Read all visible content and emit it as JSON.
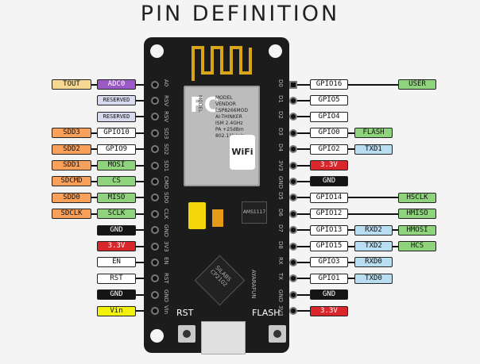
{
  "title": "PIN DEFINITION",
  "buttons": {
    "rst": "RST",
    "flash": "FLASH"
  },
  "module_text": {
    "fc": "FC",
    "wifi": "WiFi",
    "model": "MODEL",
    "vendor": "VENDOR",
    "model_value": "ESP8266MOD",
    "vendor_value": "AI-THINKER",
    "ism": "ISM 2.4GHz",
    "pa": "PA +25dBm",
    "std": "802.11b/g/n"
  },
  "chips": {
    "cp": "SILABS CP2102",
    "reg": "AMS1117",
    "side": "AYARAFUN"
  },
  "board_left": [
    "A0",
    "RSV",
    "RSV",
    "SD3",
    "SD2",
    "SD1",
    "CMD",
    "SD0",
    "CLK",
    "GND",
    "3V3",
    "EN",
    "RST",
    "GND",
    "Vin"
  ],
  "board_right": [
    "D0",
    "D1",
    "D2",
    "D3",
    "D4",
    "3V3",
    "GND",
    "D5",
    "D6",
    "D7",
    "D8",
    "RX",
    "TX",
    "GND",
    "3V3"
  ],
  "left_rows": [
    {
      "outer": {
        "text": "TOUT",
        "color": "tan"
      },
      "inner": {
        "text": "ADC0",
        "color": "purple"
      }
    },
    {
      "outer": null,
      "inner": {
        "text": "RESERVED",
        "color": "lav",
        "small": true
      }
    },
    {
      "outer": null,
      "inner": {
        "text": "RESERVED",
        "color": "lav",
        "small": true
      }
    },
    {
      "outer": {
        "text": "SDD3",
        "color": "orange"
      },
      "inner": {
        "text": "GPIO10",
        "color": "white"
      }
    },
    {
      "outer": {
        "text": "SDD2",
        "color": "orange"
      },
      "inner": {
        "text": "GPIO9",
        "color": "white"
      }
    },
    {
      "outer": {
        "text": "SDD1",
        "color": "orange"
      },
      "inner": {
        "text": "MOSI",
        "color": "green"
      }
    },
    {
      "outer": {
        "text": "SDCMD",
        "color": "orange"
      },
      "inner": {
        "text": "CS",
        "color": "green"
      }
    },
    {
      "outer": {
        "text": "SDD0",
        "color": "orange"
      },
      "inner": {
        "text": "MISO",
        "color": "green"
      }
    },
    {
      "outer": {
        "text": "SDCLK",
        "color": "orange"
      },
      "inner": {
        "text": "SCLK",
        "color": "green"
      }
    },
    {
      "outer": null,
      "inner": {
        "text": "GND",
        "color": "black"
      }
    },
    {
      "outer": null,
      "inner": {
        "text": "3.3V",
        "color": "red"
      }
    },
    {
      "outer": null,
      "inner": {
        "text": "EN",
        "color": "white"
      }
    },
    {
      "outer": null,
      "inner": {
        "text": "RST",
        "color": "white"
      }
    },
    {
      "outer": null,
      "inner": {
        "text": "GND",
        "color": "black"
      }
    },
    {
      "outer": null,
      "inner": {
        "text": "Vin",
        "color": "yellow"
      }
    }
  ],
  "right_rows": [
    {
      "inner": {
        "text": "GPIO16",
        "color": "white"
      },
      "mid": null,
      "outer": {
        "text": "USER",
        "color": "green"
      }
    },
    {
      "inner": {
        "text": "GPIO5",
        "color": "white"
      },
      "mid": null,
      "outer": null
    },
    {
      "inner": {
        "text": "GPIO4",
        "color": "white"
      },
      "mid": null,
      "outer": null
    },
    {
      "inner": {
        "text": "GPIO0",
        "color": "white"
      },
      "mid": {
        "text": "FLASH",
        "color": "green"
      },
      "outer": null
    },
    {
      "inner": {
        "text": "GPIO2",
        "color": "white"
      },
      "mid": {
        "text": "TXD1",
        "color": "blue"
      },
      "outer": null
    },
    {
      "inner": {
        "text": "3.3V",
        "color": "red"
      },
      "mid": null,
      "outer": null
    },
    {
      "inner": {
        "text": "GND",
        "color": "black"
      },
      "mid": null,
      "outer": null
    },
    {
      "inner": {
        "text": "GPIO14",
        "color": "white"
      },
      "mid": null,
      "outer": {
        "text": "HSCLK",
        "color": "green"
      }
    },
    {
      "inner": {
        "text": "GPIO12",
        "color": "white"
      },
      "mid": null,
      "outer": {
        "text": "HMISO",
        "color": "green"
      }
    },
    {
      "inner": {
        "text": "GPIO13",
        "color": "white"
      },
      "mid": {
        "text": "RXD2",
        "color": "blue"
      },
      "outer": {
        "text": "HMOSI",
        "color": "green"
      }
    },
    {
      "inner": {
        "text": "GPIO15",
        "color": "white"
      },
      "mid": {
        "text": "TXD2",
        "color": "blue"
      },
      "outer": {
        "text": "HCS",
        "color": "green"
      }
    },
    {
      "inner": {
        "text": "GPIO3",
        "color": "white"
      },
      "mid": {
        "text": "RXD0",
        "color": "blue"
      },
      "outer": null
    },
    {
      "inner": {
        "text": "GPIO1",
        "color": "white"
      },
      "mid": {
        "text": "TXD0",
        "color": "blue"
      },
      "outer": null
    },
    {
      "inner": {
        "text": "GND",
        "color": "black"
      },
      "mid": null,
      "outer": null
    },
    {
      "inner": {
        "text": "3.3V",
        "color": "red"
      },
      "mid": null,
      "outer": null
    }
  ]
}
